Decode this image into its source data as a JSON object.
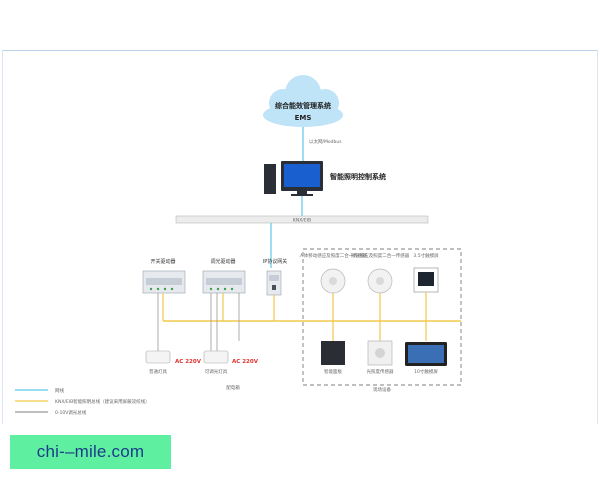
{
  "cloud": {
    "line1": "综合能效管理系统",
    "line2": "EMS"
  },
  "link_label": "以太网/Modbus",
  "control_system_label": "智能照明控制系统",
  "bus_label": "KNX/EIB",
  "modules": {
    "switch_actuator": "开关驱动器",
    "dimming_actuator": "调光驱动器",
    "ip_gateway": "IP协议网关"
  },
  "sensors": {
    "presence_sensor": "人体移动感应及照度二合一传感器",
    "presence_sensor_2": "微波感应及照度二合一传感器",
    "panel_35": "3.5寸触摸屏"
  },
  "ac_label_1": "AC 220V",
  "ac_label_2": "AC 220V",
  "loads": {
    "normal_lamp": "普通灯具",
    "dimmable_lamp": "可调光灯具"
  },
  "field_devices": {
    "smart_panel": "智能面板",
    "light_sensor": "光照度传感器",
    "panel_10": "10寸触摸屏"
  },
  "group_labels": {
    "distribution_box": "配电箱",
    "field_equipment": "现场设备"
  },
  "legend": [
    {
      "label": "网线",
      "color": "#5ec8e8"
    },
    {
      "label": "KNX/EIB智能照明总线（建议采用屏蔽双绞线）",
      "color": "#f2c94c"
    },
    {
      "label": "0-10V调光总线",
      "color": "#999999"
    }
  ],
  "watermark": "chi-–mile.com"
}
